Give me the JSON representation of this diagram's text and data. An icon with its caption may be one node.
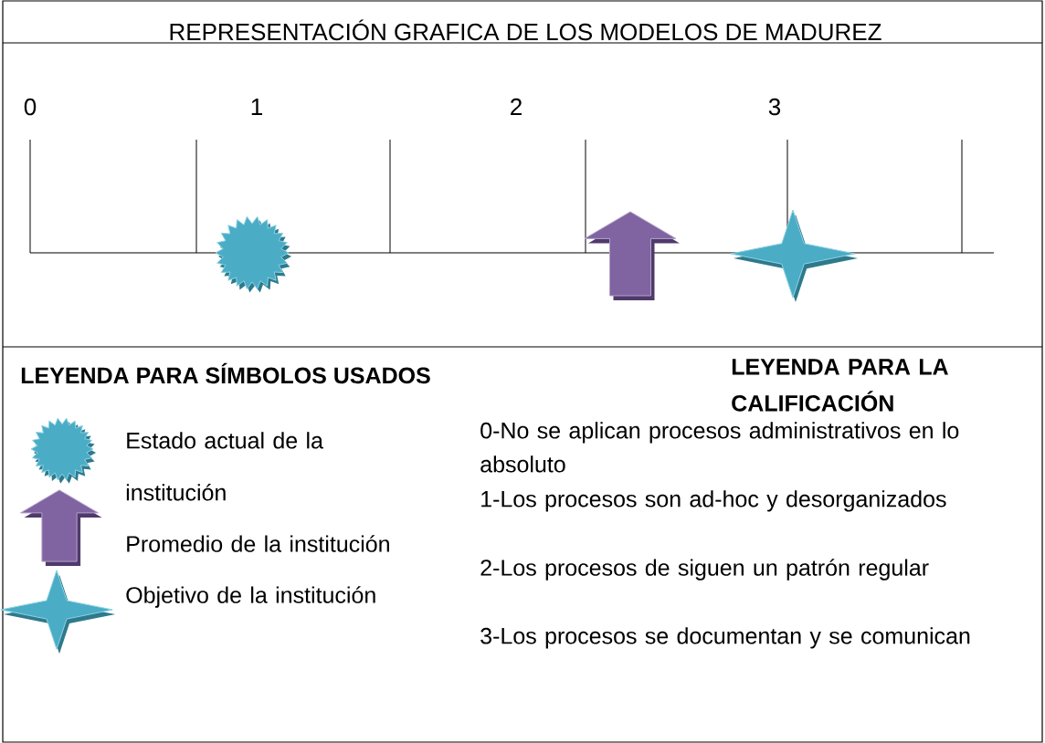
{
  "diagram": {
    "title": "REPRESENTACIÓN GRAFICA DE LOS MODELOS DE MADUREZ",
    "labels": [
      "0",
      "1",
      "2",
      "3",
      "LEYENDA PARA SÍMBOLOS USADOS",
      "LEYENDA PARA LA CALIFICACIÓN",
      "0-No se aplican procesos administrativos en lo absoluto",
      "1-Los procesos son ad-hoc y desorganizados",
      "2-Los procesos de siguen un patrón regular",
      "3-Los procesos se documentan y se comunican"
    ],
    "legend": [
      {
        "text": "Estado actual de la institución"
      },
      {
        "text": "Promedio de la institución"
      },
      {
        "text": "Objetivo de la institución"
      }
    ]
  }
}
